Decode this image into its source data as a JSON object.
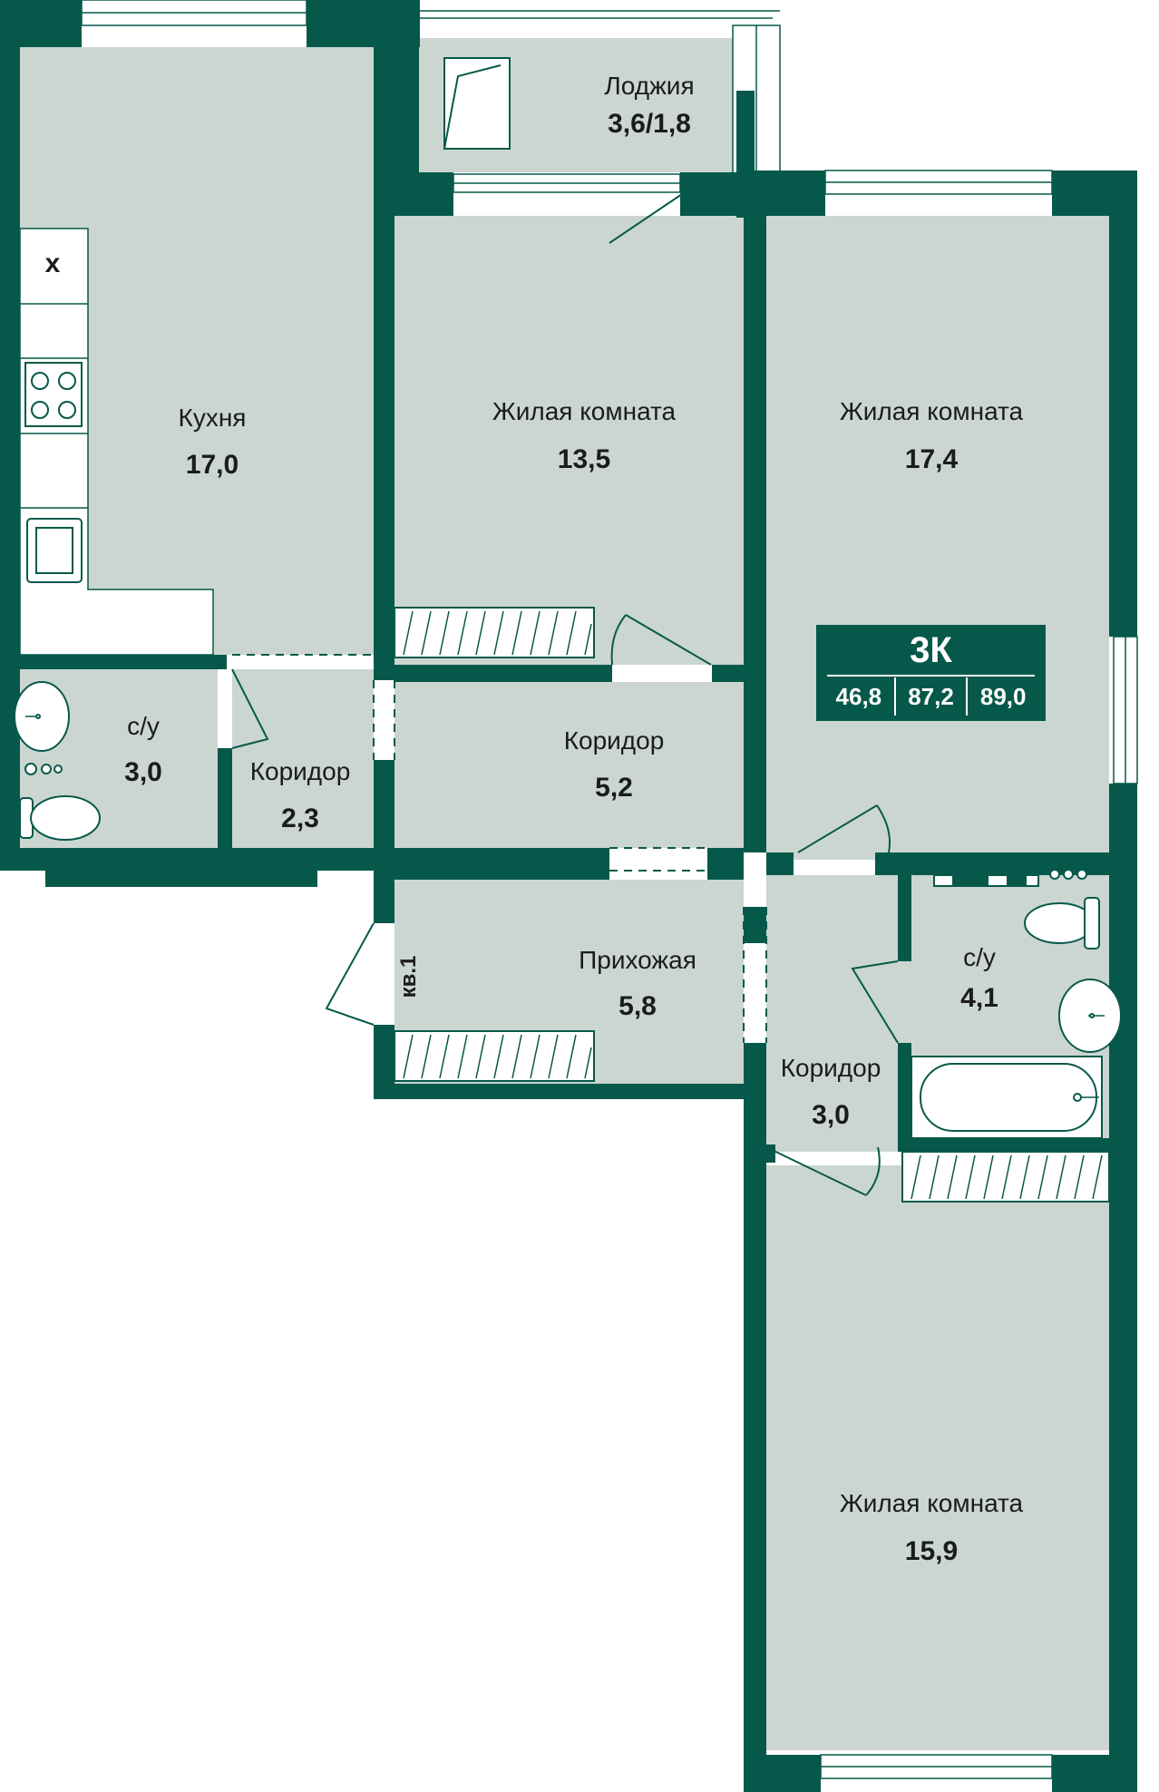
{
  "apartment": {
    "type": "3К",
    "areas": [
      "46,8",
      "87,2",
      "89,0"
    ]
  },
  "rooms": {
    "kitchen": {
      "name": "Кухня",
      "area": "17,0"
    },
    "loggia": {
      "name": "Лоджия",
      "area": "3,6/1,8"
    },
    "living1": {
      "name": "Жилая комната",
      "area": "13,5"
    },
    "living2": {
      "name": "Жилая комната",
      "area": "17,4"
    },
    "living3": {
      "name": "Жилая комната",
      "area": "15,9"
    },
    "bath1": {
      "name": "с/у",
      "area": "3,0"
    },
    "corridor1": {
      "name": "Коридор",
      "area": "2,3"
    },
    "corridor2": {
      "name": "Коридор",
      "area": "5,2"
    },
    "corridor3": {
      "name": "Коридор",
      "area": "3,0"
    },
    "hall": {
      "name": "Прихожая",
      "area": "5,8"
    },
    "bath2": {
      "name": "с/у",
      "area": "4,1"
    }
  },
  "apartment_mark": "кв.1",
  "stove_mark": "x",
  "colors": {
    "wall": "#06594a",
    "floor": "#cbd6d1"
  }
}
